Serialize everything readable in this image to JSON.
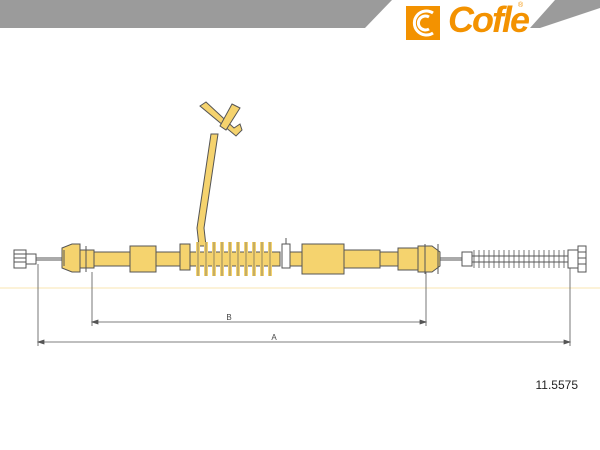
{
  "brand": {
    "name": "Cofle",
    "registered_mark": "®",
    "color": "#f39200",
    "icon": "cofle-logo-icon"
  },
  "header": {
    "band_color": "#9b9b9b"
  },
  "drawing": {
    "cable_color": "#f5d36e",
    "line_color": "#555555",
    "dimension_b_label": "B",
    "dimension_a_label": "A"
  },
  "part_number": "11.5575"
}
